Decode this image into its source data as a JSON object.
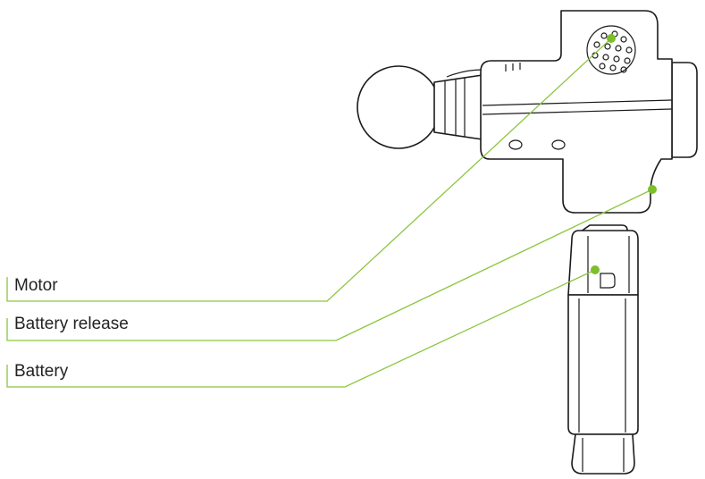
{
  "labels": {
    "motor": "Motor",
    "battery_release": "Battery release",
    "battery": "Battery"
  },
  "colors": {
    "leader": "#8cc63f",
    "dot": "#7cbf2a",
    "outline": "#1a1a1a",
    "text": "#222222"
  }
}
